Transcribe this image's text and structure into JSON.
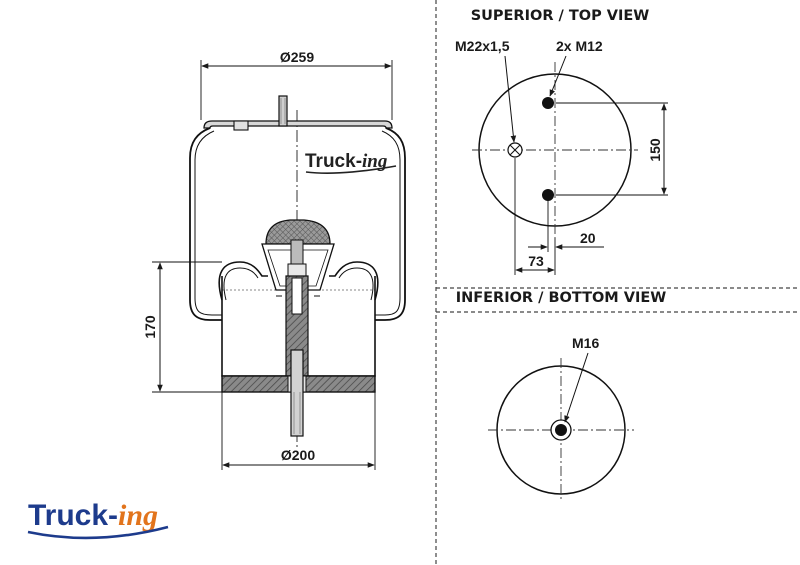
{
  "views": {
    "top_title": "SUPERIOR / TOP VIEW",
    "bottom_title": "INFERIOR / BOTTOM VIEW"
  },
  "side_view": {
    "top_diameter": "Ø259",
    "piston_diameter": "Ø200",
    "height": "170"
  },
  "top_view": {
    "air_inlet": "M22x1,5",
    "studs": "2x M12",
    "stud_spacing": "150",
    "stud_offset": "20",
    "inlet_offset": "73"
  },
  "bottom_view": {
    "thread": "M16"
  },
  "brand": {
    "part1": "Truck-",
    "part2": "ing",
    "color_blue": "#1d3b8c",
    "color_orange": "#e2741c",
    "color_dark": "#222222"
  }
}
